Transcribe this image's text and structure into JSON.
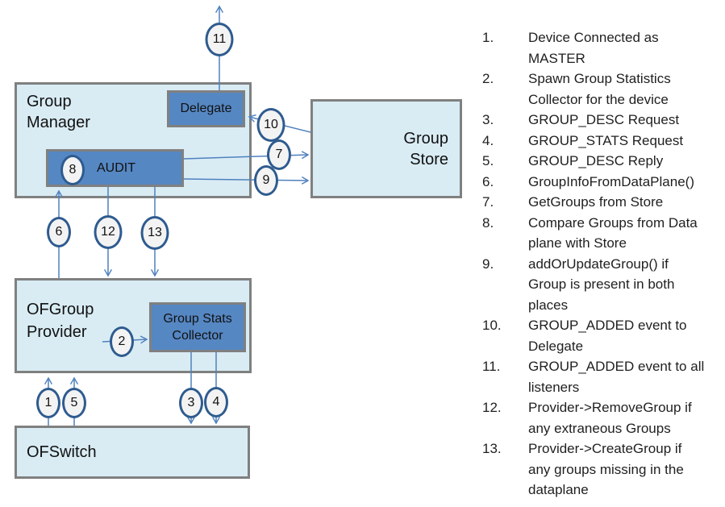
{
  "diagram": {
    "boxes": {
      "group_manager": "Group Manager",
      "delegate": "Delegate",
      "audit": "AUDIT",
      "group_store": "Group Store",
      "ofgroup_provider": "OFGroup Provider",
      "group_stats_collector": "Group Stats Collector",
      "ofswitch": "OFSwitch"
    },
    "badges": [
      {
        "label": "1"
      },
      {
        "label": "2"
      },
      {
        "label": "3"
      },
      {
        "label": "4"
      },
      {
        "label": "5"
      },
      {
        "label": "6"
      },
      {
        "label": "7"
      },
      {
        "label": "8"
      },
      {
        "label": "9"
      },
      {
        "label": "10"
      },
      {
        "label": "11"
      },
      {
        "label": "12"
      },
      {
        "label": "13"
      }
    ],
    "colors": {
      "box_fill_light": "#d9ecf4",
      "box_fill_accent": "#5587c3",
      "box_border_gray": "#808080",
      "arrow_blue": "#4f81bd",
      "badge_ring_blue": "#2e5b8f",
      "badge_fill": "#f3f3f3"
    }
  },
  "notes": {
    "items": [
      {
        "num": "1.",
        "text": "Device Connected as\nMASTER"
      },
      {
        "num": "2.",
        "text": "Spawn Group Statistics\nCollector for the device"
      },
      {
        "num": "3.",
        "text": "GROUP_DESC Request"
      },
      {
        "num": "4.",
        "text": "GROUP_STATS Request"
      },
      {
        "num": "5.",
        "text": "GROUP_DESC Reply"
      },
      {
        "num": "6.",
        "text": "GroupInfoFromDataPlane()"
      },
      {
        "num": "7.",
        "text": "GetGroups from Store"
      },
      {
        "num": "8.",
        "text": "Compare Groups from Data\nplane with Store"
      },
      {
        "num": "9.",
        "text": "addOrUpdateGroup() if\nGroup is present in both\nplaces"
      },
      {
        "num": "10.",
        "text": "GROUP_ADDED event to\nDelegate"
      },
      {
        "num": "11.",
        "text": "GROUP_ADDED event to all\nlisteners"
      },
      {
        "num": "12.",
        "text": "Provider->RemoveGroup if\nany extraneous Groups"
      },
      {
        "num": "13.",
        "text": "Provider->CreateGroup if\nany groups missing in the\ndataplane"
      }
    ]
  }
}
